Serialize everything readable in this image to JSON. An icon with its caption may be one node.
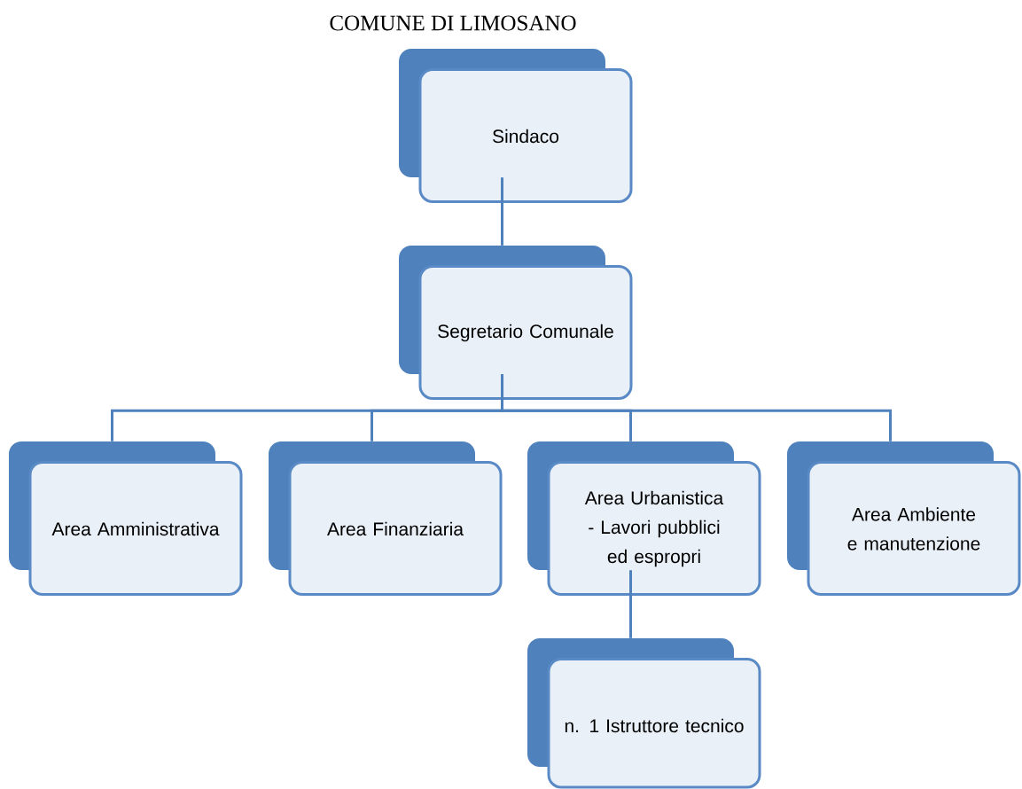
{
  "diagram": {
    "title": "COMUNE DI LIMOSANO",
    "nodes": [
      {
        "text": [
          "Sindaco"
        ]
      },
      {
        "text": [
          "Segretario Comunale"
        ]
      },
      {
        "text": [
          "Area Amministrativa"
        ]
      },
      {
        "text": [
          "Area Finanziaria"
        ]
      },
      {
        "text": [
          "Area Urbanistica - Lavori pubblici ed espropri"
        ]
      },
      {
        "text": [
          "Area Ambiente e manutenzione"
        ]
      },
      {
        "text": [
          "n. 1 Istruttore tecnico"
        ]
      }
    ],
    "edges": [
      {
        "from": 0,
        "to": 1,
        "arrow": "none"
      },
      {
        "from": 1,
        "to": 2,
        "arrow": "none"
      },
      {
        "from": 1,
        "to": 3,
        "arrow": "none"
      },
      {
        "from": 1,
        "to": 4,
        "arrow": "none"
      },
      {
        "from": 1,
        "to": 5,
        "arrow": "none"
      },
      {
        "from": 4,
        "to": 6,
        "arrow": "none"
      }
    ]
  }
}
